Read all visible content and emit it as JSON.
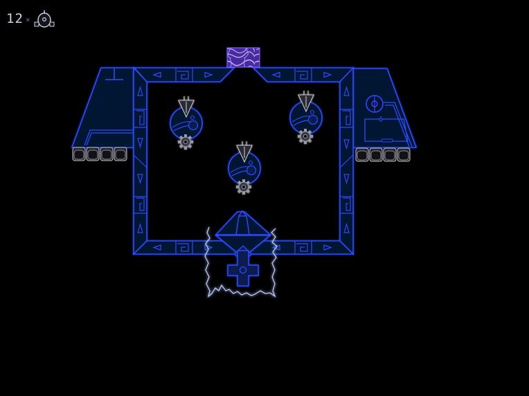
{
  "hud": {
    "lives_count": "12",
    "multiplier_symbol": "×",
    "lives_icon": "ship-icon"
  },
  "colors": {
    "background": "#000000",
    "neon_blue": "#2a4cff",
    "panel_fill": "#061233",
    "deep_fill": "#0a1a50",
    "gear_gray": "#9a9aa6",
    "lightning": "#b9c8ff",
    "portal_purple": "#6a3cc8"
  },
  "scene": {
    "enemy_orbs": [
      {
        "id": "orb-left"
      },
      {
        "id": "orb-right"
      },
      {
        "id": "orb-center"
      }
    ],
    "left_tank_rollers": 4,
    "right_tank_rollers": 4
  }
}
